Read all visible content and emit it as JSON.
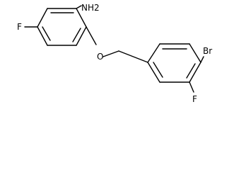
{
  "molecule": {
    "labels": {
      "amine": "NH2",
      "ether_oxygen": "O",
      "fluoro_left": "F",
      "bromo": "Br",
      "fluoro_right": "F"
    }
  }
}
